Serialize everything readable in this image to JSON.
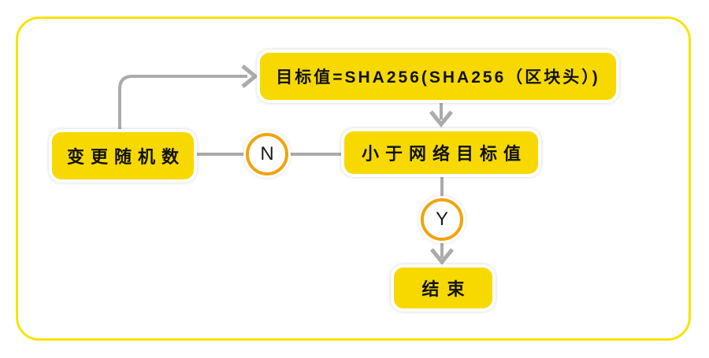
{
  "diagram": {
    "description": "proof-of-work-hashing-flowchart",
    "colors": {
      "background": "#ffffff",
      "frame_border": "#F6E400",
      "node_fill": "#F7D900",
      "node_border": "#ffffff",
      "decision_ring": "#F2A30B",
      "connector": "#ABABAB",
      "text": "#111111"
    },
    "nodes": [
      {
        "id": "hash-target",
        "label": "目标值=SHA256(SHA256（区块头）)"
      },
      {
        "id": "change-nonce",
        "label": "变更随机数"
      },
      {
        "id": "compare-target",
        "label": "小于网络目标值"
      },
      {
        "id": "end",
        "label": "结束"
      }
    ],
    "decisions": [
      {
        "id": "no",
        "label": "N"
      },
      {
        "id": "yes",
        "label": "Y"
      }
    ],
    "edges": [
      {
        "from": "change-nonce",
        "to": "hash-target",
        "style": "up-then-right-arrow"
      },
      {
        "from": "hash-target",
        "to": "compare-target",
        "style": "down-arrow"
      },
      {
        "from": "compare-target",
        "to": "change-nonce",
        "via": "N",
        "style": "left-line"
      },
      {
        "from": "compare-target",
        "to": "end",
        "via": "Y",
        "style": "down-arrow"
      }
    ]
  }
}
